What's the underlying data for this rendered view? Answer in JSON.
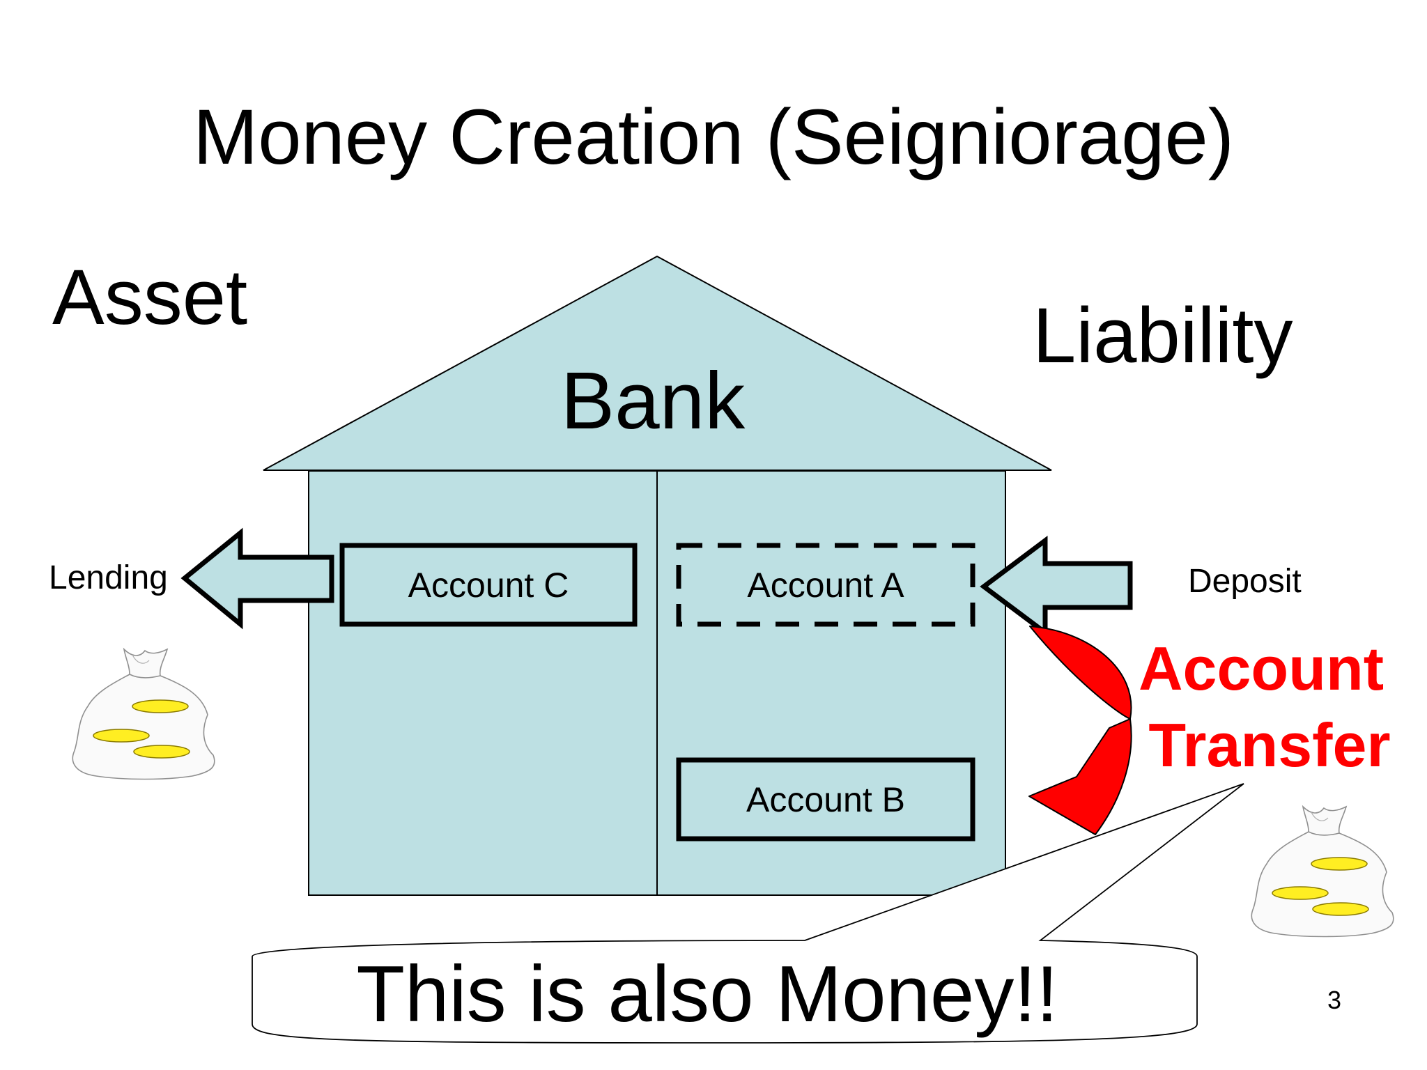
{
  "slide": {
    "title": "Money Creation (Seigniorage)",
    "page_number": "3"
  },
  "labels": {
    "asset": "Asset",
    "liability": "Liability",
    "bank": "Bank",
    "lending": "Lending",
    "deposit": "Deposit",
    "transfer_line1": "Account",
    "transfer_line2": "Transfer",
    "callout": "This is also Money!!"
  },
  "accounts": {
    "c": "Account C",
    "a": "Account A",
    "b": "Account B"
  },
  "colors": {
    "building_fill": "#bde0e3",
    "transfer_red": "#ff0000",
    "coin_yellow": "#ffee22"
  },
  "icons": [
    "money-bag-icon",
    "coin-icon"
  ]
}
